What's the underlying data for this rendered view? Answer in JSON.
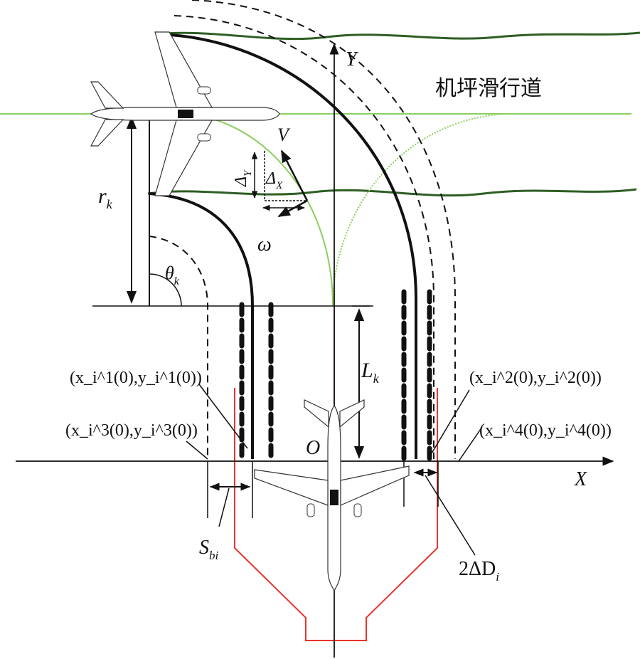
{
  "labels": {
    "taxiway": "机坪滑行道",
    "axis_y": "Y",
    "axis_x": "X",
    "origin": "O",
    "r_k": "r",
    "r_k_sub": "k",
    "theta_k": "θ",
    "theta_k_sub": "k",
    "omega": "ω",
    "v": "V",
    "delta_x": "Δ",
    "delta_x_sub": "X",
    "delta_y": "Δ",
    "delta_y_sub": "Y",
    "l_k": "L",
    "l_k_sub": "k",
    "s_bi": "S",
    "s_bi_sub": "bi",
    "two_delta_d": "2ΔD",
    "two_delta_d_sub": "i",
    "p1": "(x_i^1(0),y_i^1(0))",
    "p2": "(x_i^2(0),y_i^2(0))",
    "p3": "(x_i^3(0),y_i^3(0))",
    "p4": "(x_i^4(0),y_i^4(0))"
  },
  "colors": {
    "green_line": "#8ccf5e",
    "taxiway_edge": "#2e5e24",
    "red_outline": "#e8332c",
    "black": "#111111"
  }
}
